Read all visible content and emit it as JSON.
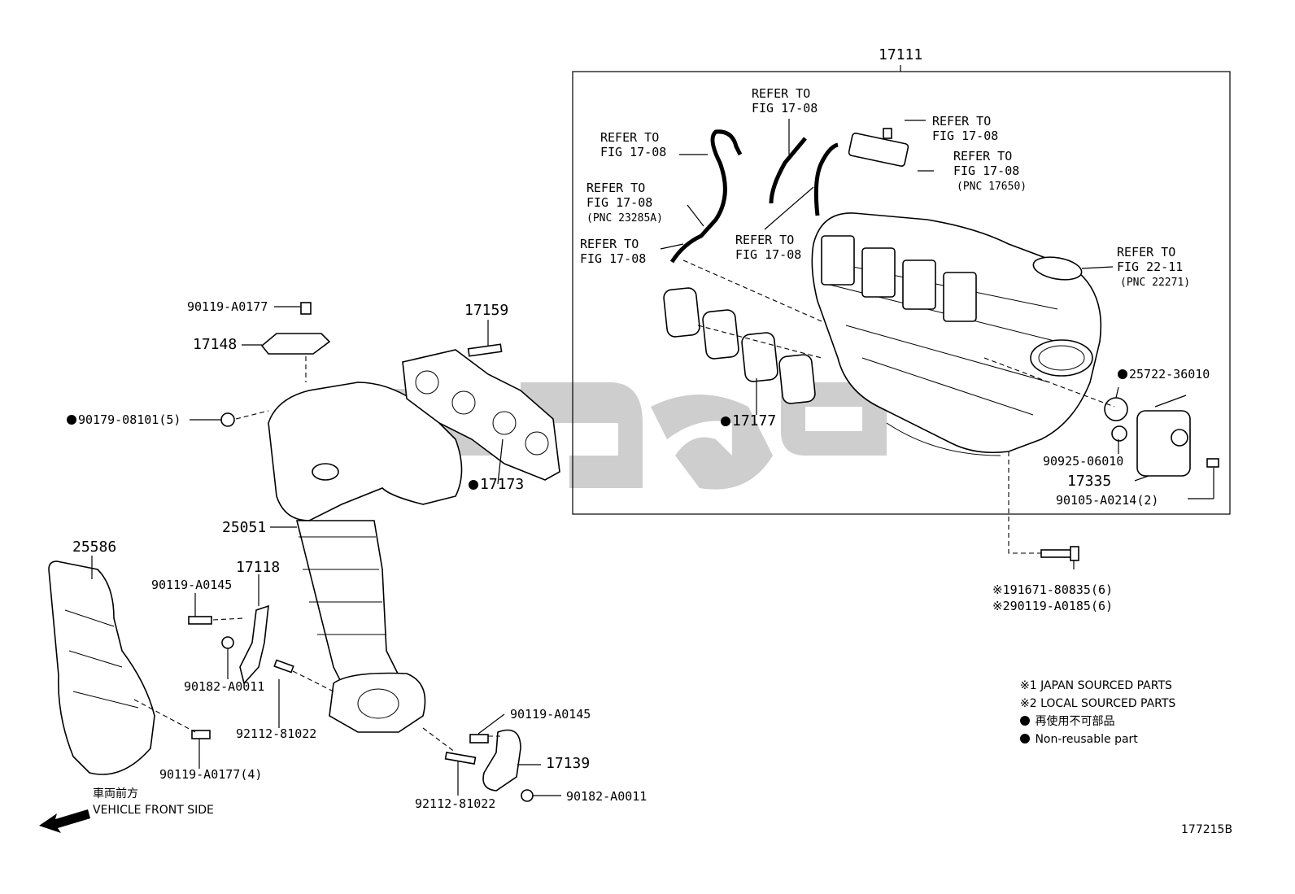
{
  "diagram": {
    "figure_id": "177215B",
    "assembly_label": "17111",
    "refer_label_line1": "REFER TO",
    "refs": [
      {
        "fig": "FIG 17-08",
        "pnc": ""
      },
      {
        "fig": "FIG 17-08",
        "pnc": ""
      },
      {
        "fig": "FIG 17-08",
        "pnc": "(PNC 23285A)"
      },
      {
        "fig": "FIG 17-08",
        "pnc": ""
      },
      {
        "fig": "FIG 17-08",
        "pnc": ""
      },
      {
        "fig": "FIG 17-08",
        "pnc": ""
      },
      {
        "fig": "FIG 17-08",
        "pnc": "(PNC 17650)"
      },
      {
        "fig": "FIG 22-11",
        "pnc": "(PNC 22271)"
      }
    ],
    "parts": {
      "p1": "90119-A0177",
      "p2": "17148",
      "p3": "90179-08101(5)",
      "p4": "17159",
      "p5": "17173",
      "p6": "25051",
      "p7": "25586",
      "p8": "17118",
      "p9": "90119-A0145",
      "p10": "90182-A0011",
      "p11": "92112-81022",
      "p12": "90119-A0177(4)",
      "p13": "90119-A0145",
      "p14": "17139",
      "p15": "92112-81022",
      "p16": "90182-A0011",
      "p17": "17177",
      "p18": "25722-36010",
      "p19": "90925-06010",
      "p20": "17335",
      "p21": "90105-A0214(2)",
      "p22": "※191671-80835(6)",
      "p23": "※290119-A0185(6)"
    },
    "legend": [
      {
        "mark": "※1",
        "text": "JAPAN SOURCED PARTS"
      },
      {
        "mark": "※2",
        "text": "LOCAL SOURCED PARTS"
      },
      {
        "mark": "dot",
        "text": "再使用不可部品"
      },
      {
        "mark": "dot",
        "text": "Non-reusable part"
      }
    ],
    "front": {
      "jp": "車両前方",
      "en": "VEHICLE FRONT SIDE"
    },
    "icons": {
      "front_arrow": "arrow-left-down-icon",
      "non_reusable": "filled-dot-icon"
    }
  }
}
